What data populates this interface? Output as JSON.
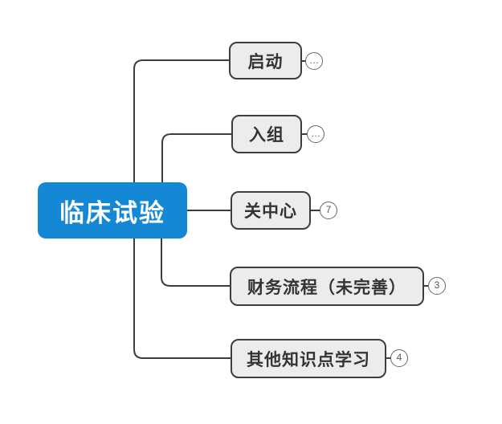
{
  "root": {
    "label": "临床试验"
  },
  "nodes": [
    {
      "label": "启动",
      "badge": "…"
    },
    {
      "label": "入组",
      "badge": "…"
    },
    {
      "label": "关中心",
      "badge": "7"
    },
    {
      "label": "财务流程（未完善）",
      "badge": "3"
    },
    {
      "label": "其他知识点学习",
      "badge": "4"
    }
  ],
  "colors": {
    "root_bg": "#1488d4",
    "root_text": "#ffffff",
    "node_bg": "#ececec",
    "node_border": "#3d3d3d",
    "node_text": "#333333",
    "edge": "#3d3d3d",
    "badge_border": "#666666",
    "badge_text": "#555555",
    "background": "#ffffff"
  }
}
